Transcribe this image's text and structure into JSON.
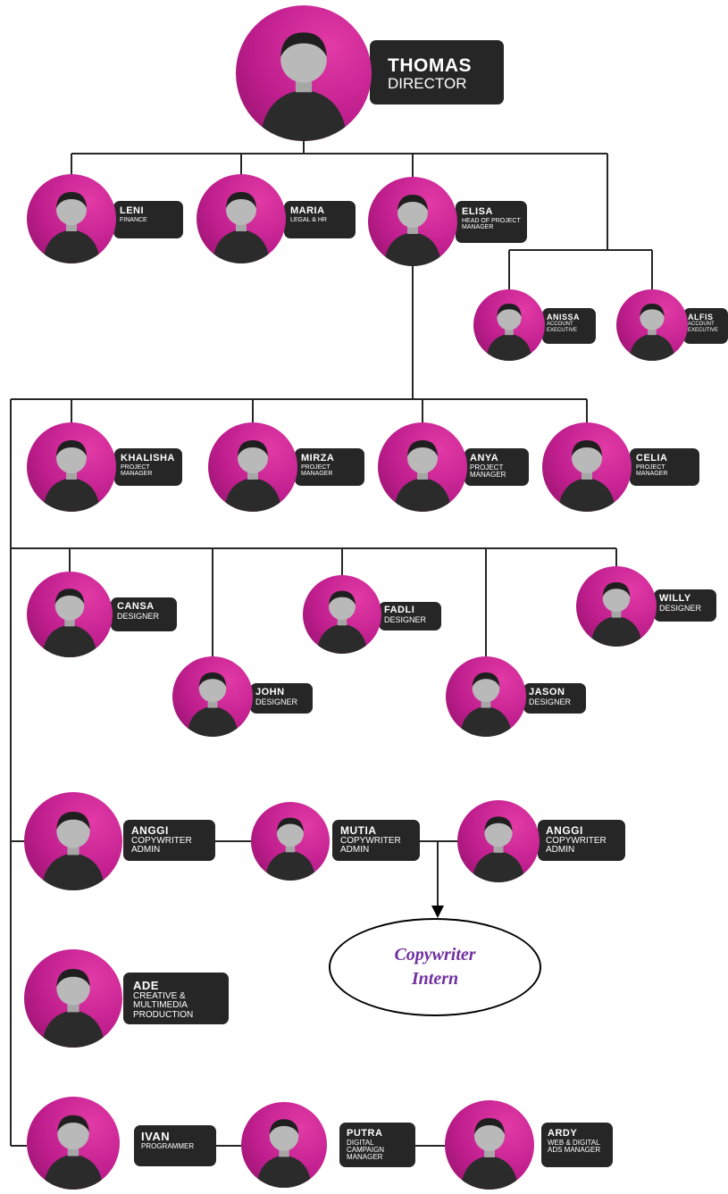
{
  "colors": {
    "badge_bg": "#262626",
    "badge_text": "#ffffff",
    "avatar_magenta": "#c01e8e",
    "connector": "#262626",
    "intern_text": "#7030a0"
  },
  "people": {
    "thomas": {
      "name": "THOMAS",
      "role": "DIRECTOR"
    },
    "leni": {
      "name": "LENI",
      "role": "FINANCE"
    },
    "maria": {
      "name": "MARIA",
      "role": "LEGAL & HR"
    },
    "elisa": {
      "name": "ELISA",
      "role": "HEAD OF PROJECT MANAGER"
    },
    "anissa": {
      "name": "ANISSA",
      "role": "ACCOUNT EXECUTIVE"
    },
    "alfis": {
      "name": "ALFIS",
      "role": "ACCOUNT EXECUTIVE"
    },
    "khalisha": {
      "name": "KHALISHA",
      "role": "PROJECT MANAGER"
    },
    "mirza": {
      "name": "MIRZA",
      "role": "PROJECT MANAGER"
    },
    "anya": {
      "name": "ANYA",
      "role": "PROJECT MANAGER"
    },
    "celia": {
      "name": "CELIA",
      "role": "PROJECT MANAGER"
    },
    "cansa": {
      "name": "CANSA",
      "role": "DESIGNER"
    },
    "fadli": {
      "name": "FADLI",
      "role": "DESIGNER"
    },
    "willy": {
      "name": "WILLY",
      "role": "DESIGNER"
    },
    "john": {
      "name": "JOHN",
      "role": "DESIGNER"
    },
    "jason": {
      "name": "JASON",
      "role": "DESIGNER"
    },
    "anggi1": {
      "name": "ANGGI",
      "role": "COPYWRITER ADMIN"
    },
    "mutia": {
      "name": "MUTIA",
      "role": "COPYWRITER ADMIN"
    },
    "anggi2": {
      "name": "ANGGI",
      "role": "COPYWRITER ADMIN"
    },
    "ade": {
      "name": "ADE",
      "role": "CREATIVE & MULTIMEDIA PRODUCTION"
    },
    "ivan": {
      "name": "IVAN",
      "role": "PROGRAMMER"
    },
    "putra": {
      "name": "PUTRA",
      "role": "DIGITAL CAMPAIGN MANAGER"
    },
    "ardy": {
      "name": "ARDY",
      "role": "WEB & DIGITAL ADS MANAGER"
    }
  },
  "intern": {
    "line1": "Copywriter",
    "line2": "Intern"
  }
}
